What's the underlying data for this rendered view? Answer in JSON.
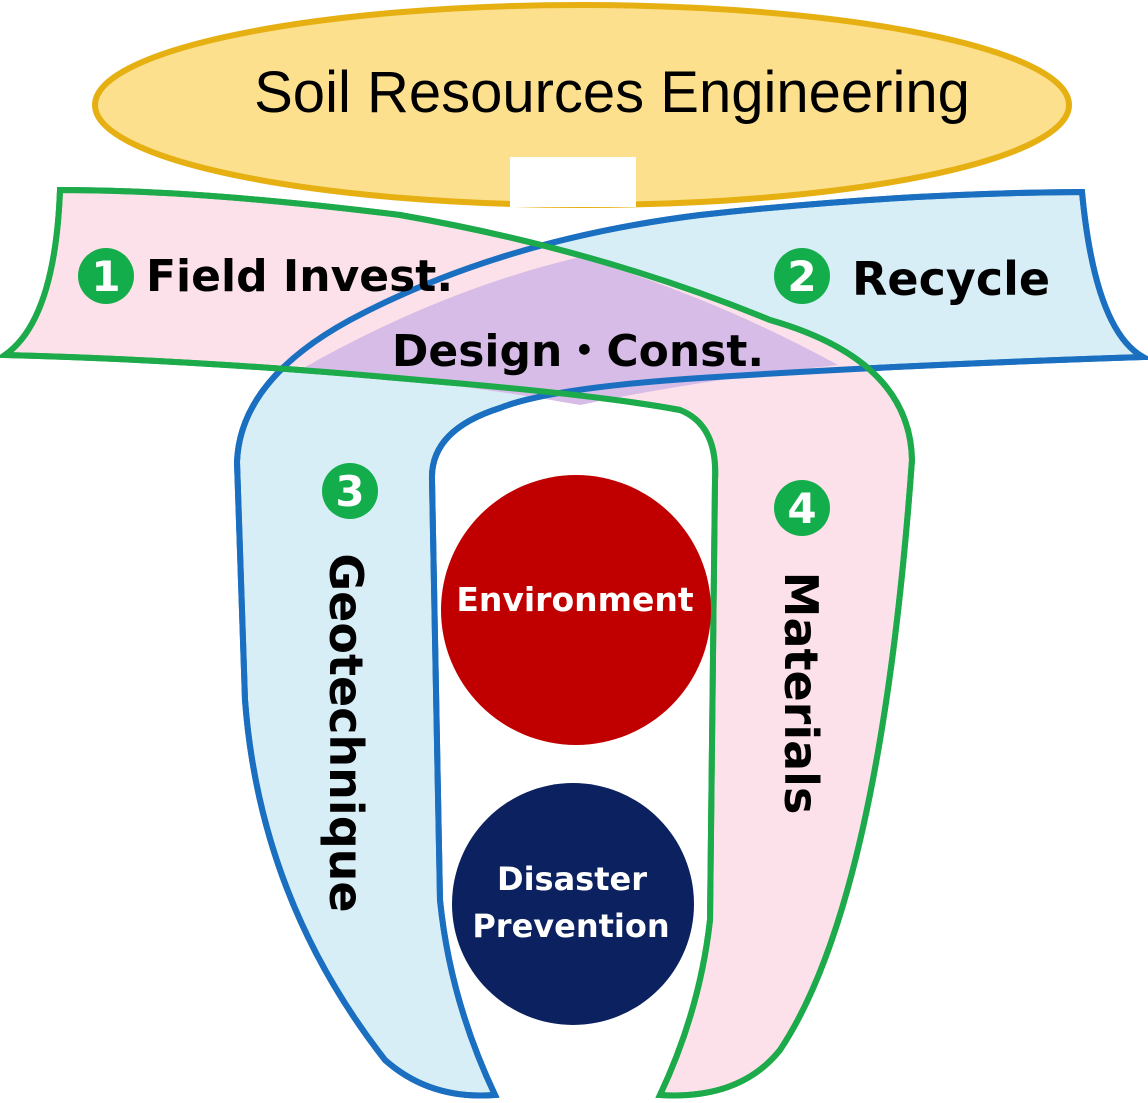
{
  "title": "Soil Resources Engineering",
  "center_label": "Design・Const.",
  "branches": [
    {
      "number": "1",
      "label": "Field Invest."
    },
    {
      "number": "2",
      "label": "Recycle"
    },
    {
      "number": "3",
      "label": "Geotechnique"
    },
    {
      "number": "4",
      "label": "Materials"
    }
  ],
  "circles": {
    "environment": "Environment",
    "disaster_line1": "Disaster",
    "disaster_line2": "Prevention"
  },
  "colors": {
    "title_fill": "#FDE08D",
    "title_stroke": "#E6B012",
    "pink_fill": "#FCE1EA",
    "blue_fill": "#D7EEF6",
    "overlap_fill": "#D6BCE6",
    "green_stroke": "#1DAA4B",
    "blue_stroke": "#1A6FC0",
    "badge_green": "#13AE4B",
    "environment_red": "#C00000",
    "disaster_navy": "#0B2160"
  }
}
